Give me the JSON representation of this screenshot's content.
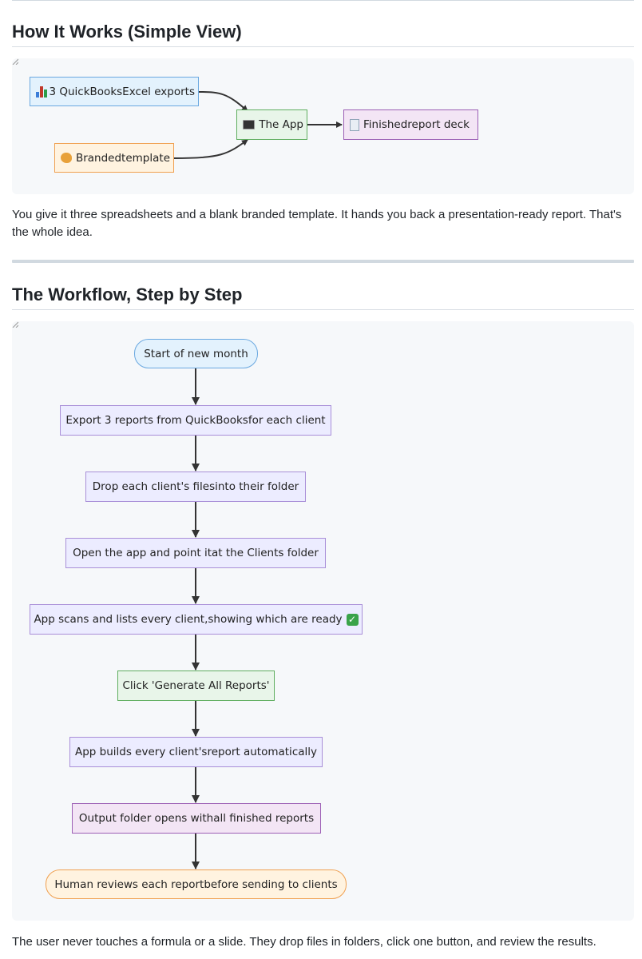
{
  "section1": {
    "heading": "How It Works (Simple View)",
    "nodes": {
      "exports": "3 QuickBooksExcel exports",
      "template": "Brandedtemplate",
      "app": "The App",
      "report": "Finishedreport deck"
    },
    "caption": "You give it three spreadsheets and a blank branded template. It hands you back a presentation-ready report. That's the whole idea."
  },
  "section2": {
    "heading": "The Workflow, Step by Step",
    "steps": [
      "Start of new month",
      "Export 3 reports from QuickBooksfor each client",
      "Drop each client's filesinto their folder",
      "Open the app and point itat the Clients folder",
      "App scans and lists every client,showing which are ready",
      "Click 'Generate All Reports'",
      "App builds every client'sreport automatically",
      "Output folder opens withall finished reports",
      "Human reviews each reportbefore sending to clients"
    ],
    "caption": "The user never touches a formula or a slide. They drop files in folders, click one button, and review the results."
  },
  "icons": [
    "bar-chart-icon",
    "palette-icon",
    "monitor-icon",
    "document-icon",
    "check-mark-icon",
    "resize-handle-icon"
  ],
  "colors": {
    "blue_fill": "#e3f2fd",
    "orange_fill": "#fff3e0",
    "green_fill": "#e8f5e9",
    "purple_fill": "#f3e5f5",
    "lavender_fill": "#ececff"
  }
}
